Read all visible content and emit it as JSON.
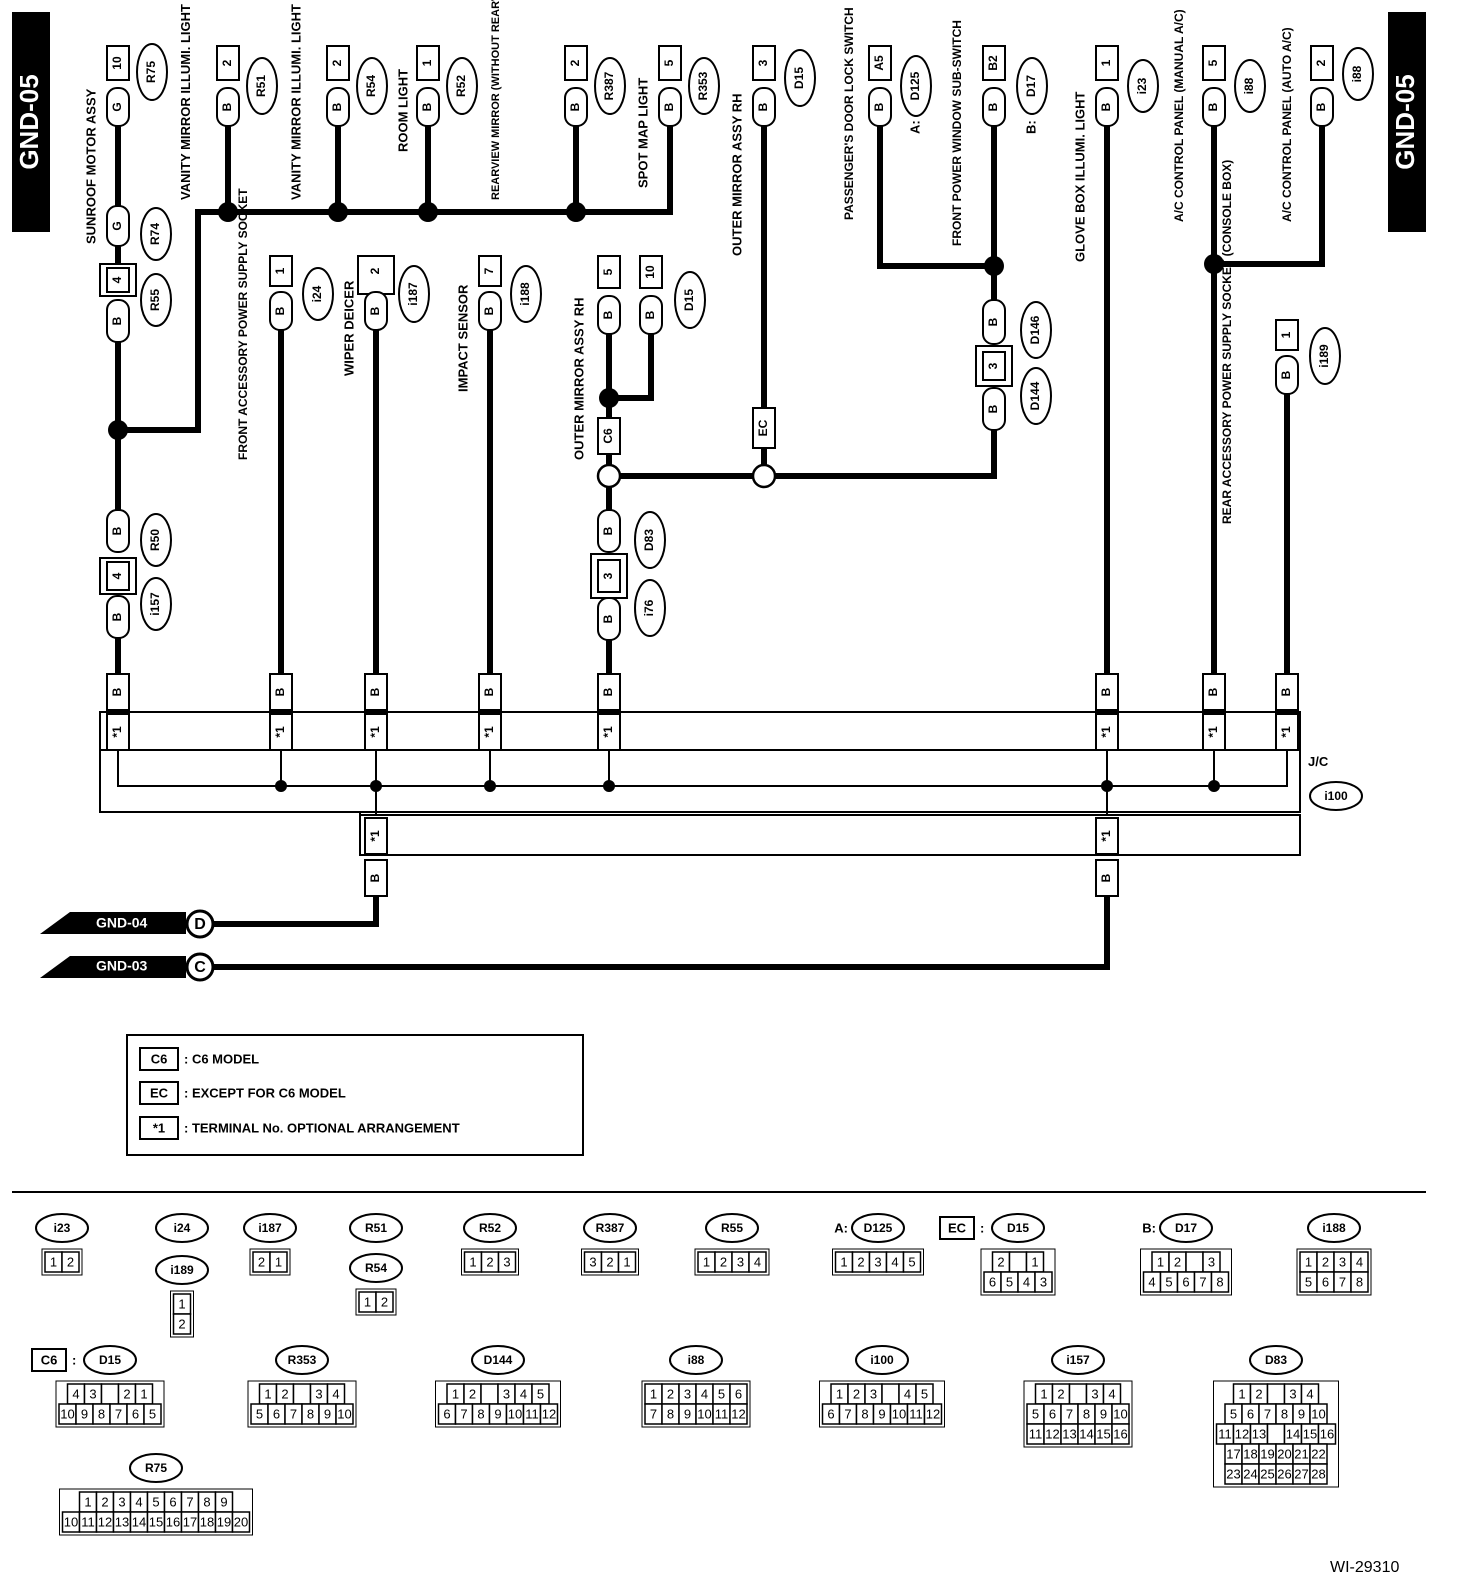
{
  "header": {
    "tag_left": "GND-05",
    "tag_right": "GND-05"
  },
  "top_components": [
    {
      "label": "SUNROOF MOTOR ASSY",
      "pin": "10",
      "wire": "G",
      "ref": "R75"
    },
    {
      "label": "VANITY MIRROR ILLUMI. LIGHT RH",
      "pin": "2",
      "wire": "B",
      "ref": "R51"
    },
    {
      "label": "VANITY MIRROR ILLUMI. LIGHT LH",
      "pin": "2",
      "wire": "B",
      "ref": "R54"
    },
    {
      "label": "ROOM LIGHT",
      "pin": "1",
      "wire": "B",
      "ref": "R52"
    },
    {
      "label": "REARVIEW MIRROR (WITHOUT REARVIEW DISPLAY)",
      "pin": "2",
      "wire": "B",
      "ref": "R387"
    },
    {
      "label": "SPOT MAP LIGHT",
      "pin": "5",
      "wire": "B",
      "ref": "R353"
    },
    {
      "label": "OUTER MIRROR ASSY RH",
      "pin": "3",
      "wire": "B",
      "ref": "D15"
    },
    {
      "label": "PASSENGER'S DOOR LOCK SWITCH",
      "pin": "A5",
      "wire": "B",
      "ref": "D125",
      "prefix": "A:"
    },
    {
      "label": "FRONT POWER WINDOW SUB-SWITCH",
      "pin": "B2",
      "wire": "B",
      "ref": "D17",
      "prefix": "B:"
    },
    {
      "label": "GLOVE BOX ILLUMI. LIGHT",
      "pin": "1",
      "wire": "B",
      "ref": "i23"
    },
    {
      "label": "A/C CONTROL PANEL (MANUAL A/C)",
      "pin": "5",
      "wire": "B",
      "ref": "i88"
    },
    {
      "label": "A/C CONTROL PANEL (AUTO A/C)",
      "pin": "2",
      "wire": "B",
      "ref": "i88"
    }
  ],
  "mid_components": [
    {
      "label": "FRONT ACCESSORY POWER SUPPLY SOCKET",
      "pin": "1",
      "wire": "B",
      "ref": "i24"
    },
    {
      "label": "WIPER DEICER",
      "pin": "2",
      "wire": "B",
      "ref": "i187"
    },
    {
      "label": "IMPACT SENSOR",
      "pin": "7",
      "wire": "B",
      "ref": "i188"
    },
    {
      "label": "OUTER MIRROR ASSY RH",
      "pins": [
        "5",
        "10"
      ],
      "wire": "B",
      "ref": "D15"
    },
    {
      "label": "REAR ACCESSORY POWER SUPPLY SOCKET (CONSOLE BOX)",
      "pin": "1",
      "wire": "B",
      "ref": "i189"
    }
  ],
  "inline_connectors": {
    "sunroof_g": {
      "wire": "G",
      "ref": "R74"
    },
    "sunroof_4": {
      "pin": "4",
      "wire": "B",
      "ref": "R55"
    },
    "sunroof_b": {
      "wire": "B",
      "ref": "R50"
    },
    "sunroof_i157": {
      "pin": "4",
      "wire": "B",
      "ref": "i157"
    },
    "d146": {
      "wire": "B",
      "ref": "D146"
    },
    "d144": {
      "pin": "3",
      "wire": "B",
      "ref": "D144"
    },
    "d83": {
      "wire": "B",
      "ref": "D83"
    },
    "i76": {
      "pin": "3",
      "wire": "B",
      "ref": "i76"
    },
    "c6_tag": "C6",
    "ec_tag": "EC"
  },
  "junction": {
    "label": "J/C",
    "ref": "i100",
    "terminal": "*1",
    "wire": "B"
  },
  "grounds": [
    {
      "name": "GND-04",
      "letter": "D"
    },
    {
      "name": "GND-03",
      "letter": "C"
    }
  ],
  "legend": [
    {
      "key": "C6",
      "text": ": C6 MODEL"
    },
    {
      "key": "EC",
      "text": ": EXCEPT FOR C6 MODEL"
    },
    {
      "key": "*1",
      "text": ": TERMINAL No. OPTIONAL ARRANGEMENT"
    }
  ],
  "connector_faces": [
    {
      "ref": "i23",
      "rows": [
        [
          "1",
          "2"
        ]
      ]
    },
    {
      "ref": "i24",
      "rows": []
    },
    {
      "ref": "i189",
      "rows": [
        [
          "1"
        ],
        [
          "2"
        ]
      ]
    },
    {
      "ref": "i187",
      "rows": [
        [
          "2",
          "1"
        ]
      ]
    },
    {
      "ref": "R51",
      "rows": []
    },
    {
      "ref": "R54",
      "rows": [
        [
          "1",
          "2"
        ]
      ]
    },
    {
      "ref": "R52",
      "rows": [
        [
          "1",
          "2",
          "3"
        ]
      ]
    },
    {
      "ref": "R387",
      "rows": [
        [
          "3",
          "2",
          "1"
        ]
      ]
    },
    {
      "ref": "R55",
      "rows": [
        [
          "1",
          "2",
          "3",
          "4"
        ]
      ]
    },
    {
      "ref": "D125",
      "prefix": "A:",
      "rows": [
        [
          "1",
          "2",
          "3",
          "4",
          "5"
        ]
      ]
    },
    {
      "ref": "D15",
      "tag": "EC",
      "rows": [
        [
          "2",
          "",
          "1"
        ],
        [
          "6",
          "5",
          "4",
          "3"
        ]
      ]
    },
    {
      "ref": "D17",
      "prefix": "B:",
      "rows": [
        [
          "1",
          "2",
          "",
          "3"
        ],
        [
          "4",
          "5",
          "6",
          "7",
          "8"
        ]
      ]
    },
    {
      "ref": "i188",
      "rows": [
        [
          "1",
          "2",
          "3",
          "4"
        ],
        [
          "5",
          "6",
          "7",
          "8"
        ]
      ]
    },
    {
      "ref": "D15",
      "tag": "C6",
      "rows": [
        [
          "4",
          "3",
          "",
          "2",
          "1"
        ],
        [
          "10",
          "9",
          "8",
          "7",
          "6",
          "5"
        ]
      ]
    },
    {
      "ref": "R353",
      "rows": [
        [
          "1",
          "2",
          "",
          "3",
          "4"
        ],
        [
          "5",
          "6",
          "7",
          "8",
          "9",
          "10"
        ]
      ]
    },
    {
      "ref": "D144",
      "rows": [
        [
          "1",
          "2",
          "",
          "3",
          "4",
          "5"
        ],
        [
          "6",
          "7",
          "8",
          "9",
          "10",
          "11",
          "12"
        ]
      ]
    },
    {
      "ref": "i88",
      "rows": [
        [
          "1",
          "2",
          "3",
          "4",
          "5",
          "6"
        ],
        [
          "7",
          "8",
          "9",
          "10",
          "11",
          "12"
        ]
      ]
    },
    {
      "ref": "i100",
      "rows": [
        [
          "1",
          "2",
          "3",
          "",
          "4",
          "5"
        ],
        [
          "6",
          "7",
          "8",
          "9",
          "10",
          "11",
          "12"
        ]
      ]
    },
    {
      "ref": "i157",
      "rows": [
        [
          "1",
          "2",
          "",
          "3",
          "4"
        ],
        [
          "5",
          "6",
          "7",
          "8",
          "9",
          "10"
        ],
        [
          "11",
          "12",
          "13",
          "14",
          "15",
          "16"
        ]
      ]
    },
    {
      "ref": "D83",
      "rows": [
        [
          "1",
          "2",
          "",
          "3",
          "4"
        ],
        [
          "5",
          "6",
          "7",
          "8",
          "9",
          "10"
        ],
        [
          "11",
          "12",
          "13",
          "",
          "14",
          "15",
          "16"
        ],
        [
          "17",
          "18",
          "19",
          "20",
          "21",
          "22"
        ],
        [
          "23",
          "24",
          "25",
          "26",
          "27",
          "28"
        ]
      ]
    },
    {
      "ref": "R75",
      "rows": [
        [
          "1",
          "2",
          "3",
          "4",
          "5",
          "6",
          "7",
          "8",
          "9"
        ],
        [
          "10",
          "11",
          "12",
          "13",
          "14",
          "15",
          "16",
          "17",
          "18",
          "19",
          "20"
        ]
      ]
    }
  ],
  "figure_id": "WI-29310"
}
